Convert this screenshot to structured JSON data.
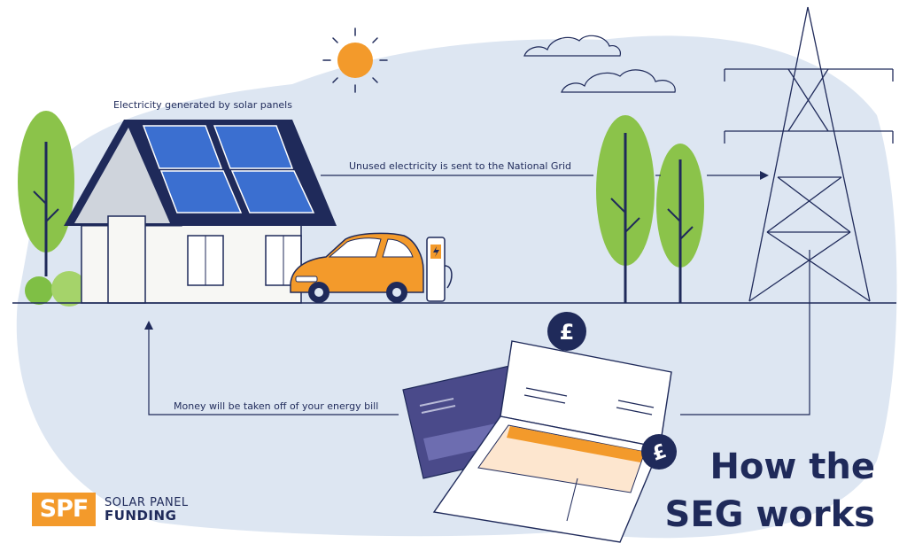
{
  "labels": {
    "generated": "Electricity generated by solar panels",
    "unused": "Unused electricity is sent to the National Grid",
    "money": "Money will be taken off of your energy bill"
  },
  "title": {
    "line1": "How the",
    "line2": "SEG works"
  },
  "logo": {
    "mark": "SPF",
    "line1": "SOLAR PANEL",
    "line2": "FUNDING"
  },
  "colors": {
    "navy": "#1f2a5a",
    "orange": "#f39a2b",
    "blob": "#dde6f2",
    "tree_green": "#8bc34a",
    "panel_blue": "#3b6fd0"
  }
}
